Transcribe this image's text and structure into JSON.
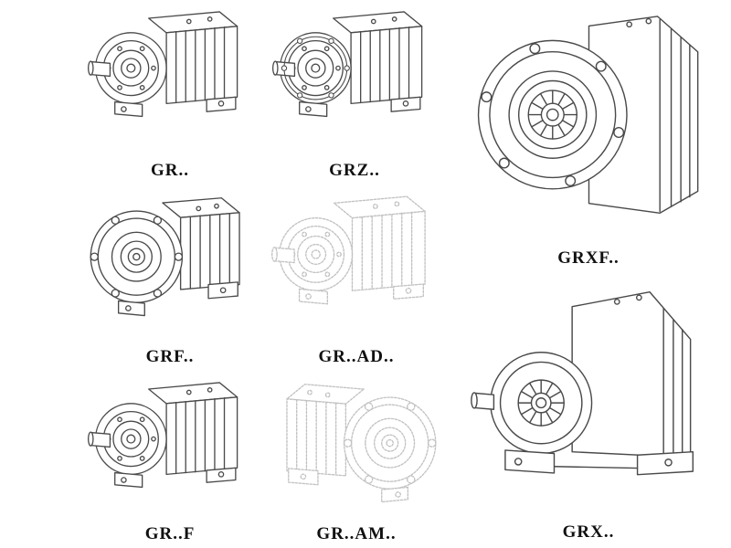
{
  "page": {
    "background": "#ffffff",
    "line_color": "#4a4a4a",
    "ghost_line_color": "#c2c2c2"
  },
  "items": [
    {
      "id": "gr",
      "label": "GR.."
    },
    {
      "id": "grz",
      "label": "GRZ.."
    },
    {
      "id": "grxf",
      "label": "GRXF.."
    },
    {
      "id": "grf",
      "label": "GRF.."
    },
    {
      "id": "grad",
      "label": "GR..AD.."
    },
    {
      "id": "grx",
      "label": "GRX.."
    },
    {
      "id": "grff",
      "label": "GR..F"
    },
    {
      "id": "gram",
      "label": "GR..AM.."
    }
  ]
}
